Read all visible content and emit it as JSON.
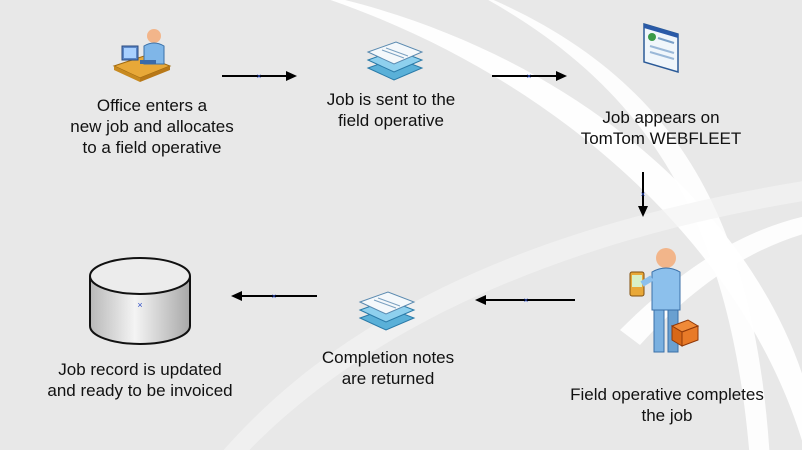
{
  "steps": [
    {
      "label": "Office enters a\nnew job and allocates\nto a field operative",
      "icon": "office-worker-icon"
    },
    {
      "label": "Job is sent to the\nfield operative",
      "icon": "documents-icon"
    },
    {
      "label": "Job appears on\nTomTom WEBFLEET",
      "icon": "web-page-icon"
    },
    {
      "label": "Field operative completes\nthe job",
      "icon": "field-operative-icon"
    },
    {
      "label": "Completion notes\nare returned",
      "icon": "documents-icon"
    },
    {
      "label": "Job record is updated\nand ready to be invoiced",
      "icon": "database-icon"
    }
  ],
  "colors": {
    "background": "#e8e8e8",
    "swoosh": "#ffffff",
    "arrow": "#000000",
    "arrow_marker": "#3050c8"
  }
}
